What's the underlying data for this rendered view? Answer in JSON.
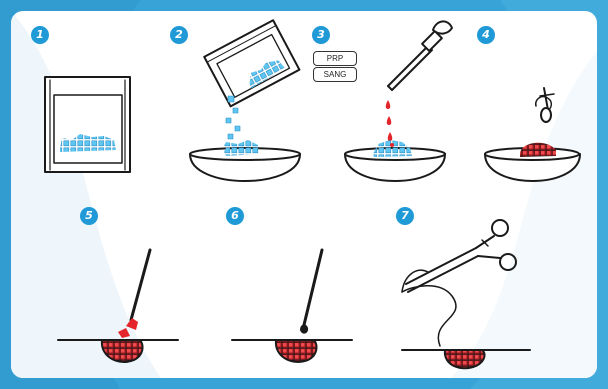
{
  "steps": [
    "1",
    "2",
    "3",
    "4",
    "5",
    "6",
    "7"
  ],
  "labels": {
    "prp": "PRP",
    "sang": "SANG"
  },
  "colors": {
    "background": "#37a3d6",
    "badge": "#1f9ad6",
    "granule": "#5fc6f2",
    "blood": "#e4252b",
    "ink": "#1a1a1a"
  }
}
